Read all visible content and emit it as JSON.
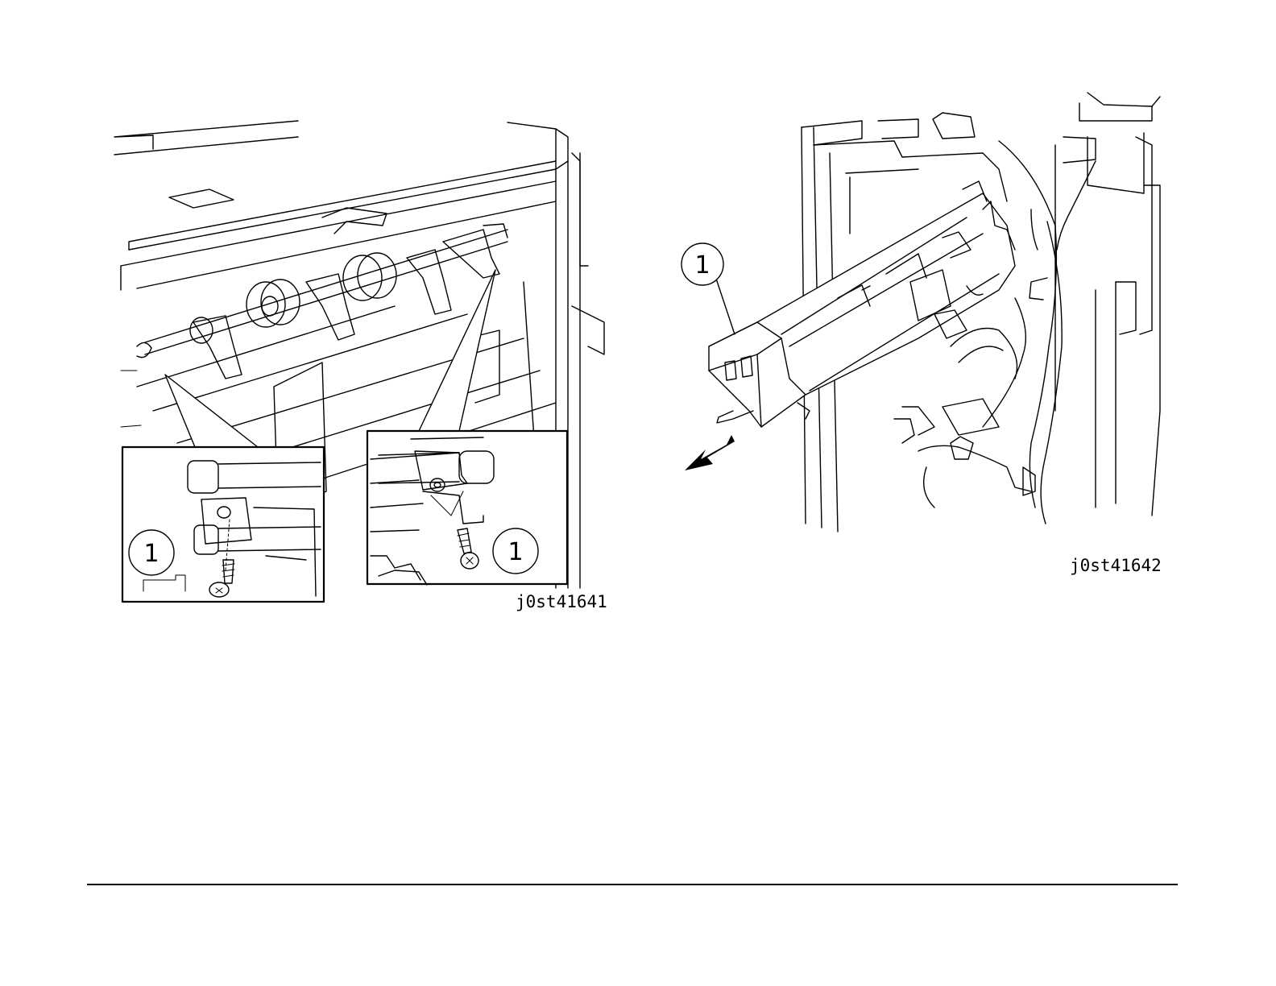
{
  "figures": [
    {
      "id": "j0st41641",
      "callouts": [
        {
          "label": "1"
        },
        {
          "label": "1"
        }
      ]
    },
    {
      "id": "j0st41642",
      "callouts": [
        {
          "label": "1"
        }
      ]
    }
  ],
  "colors": {
    "line": "#000000",
    "background": "#ffffff"
  },
  "icons": [
    "screw-icon",
    "removal-arrow-icon"
  ]
}
